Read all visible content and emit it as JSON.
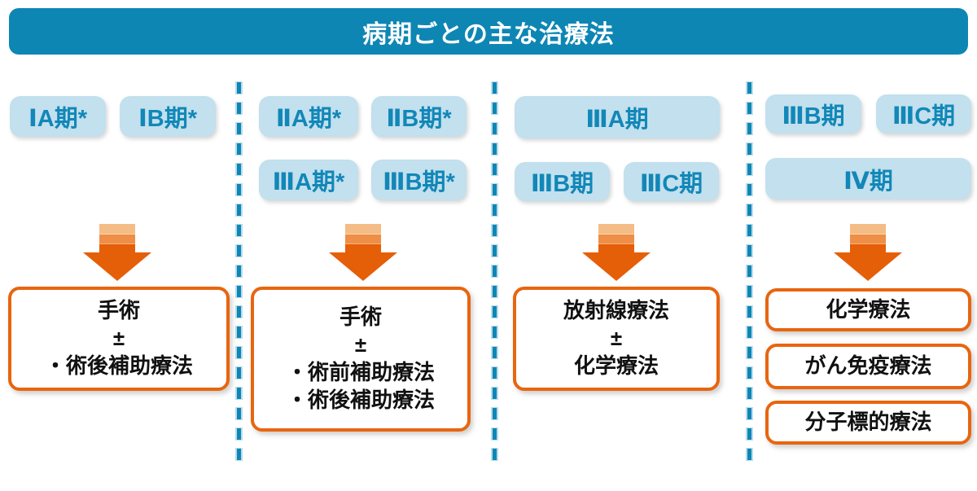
{
  "title": "病期ごとの主な治療法",
  "colors": {
    "header_bg": "#0e86b4",
    "badge_bg": "#c2e0ee",
    "badge_text": "#1287b8",
    "arrow_orange": "#e45f08",
    "arrow_band_light": "#f4bc86",
    "arrow_band_mid": "#ef8e46",
    "box_border": "#e8650f",
    "divider_blue": "#0f86b4"
  },
  "columns": [
    {
      "stages": [
        {
          "label": "ⅠA期*"
        },
        {
          "label": "ⅠB期*"
        }
      ],
      "boxes": [
        {
          "lines": [
            "手術",
            "±",
            "・術後補助療法"
          ]
        }
      ]
    },
    {
      "stages": [
        {
          "label": "ⅡA期*"
        },
        {
          "label": "ⅡB期*"
        },
        {
          "label": "ⅢA期*"
        },
        {
          "label": "ⅢB期*"
        }
      ],
      "boxes": [
        {
          "lines": [
            "手術",
            "±",
            "・術前補助療法",
            "・術後補助療法"
          ]
        }
      ]
    },
    {
      "stages": [
        {
          "label": "ⅢA期"
        },
        {
          "label": "ⅢB期"
        },
        {
          "label": "ⅢC期"
        }
      ],
      "boxes": [
        {
          "lines": [
            "放射線療法",
            "±",
            "化学療法"
          ]
        }
      ]
    },
    {
      "stages": [
        {
          "label": "ⅢB期"
        },
        {
          "label": "ⅢC期"
        },
        {
          "label": "Ⅳ期"
        }
      ],
      "boxes": [
        {
          "lines": [
            "化学療法"
          ]
        },
        {
          "lines": [
            "がん免疫療法"
          ]
        },
        {
          "lines": [
            "分子標的療法"
          ]
        }
      ]
    }
  ]
}
